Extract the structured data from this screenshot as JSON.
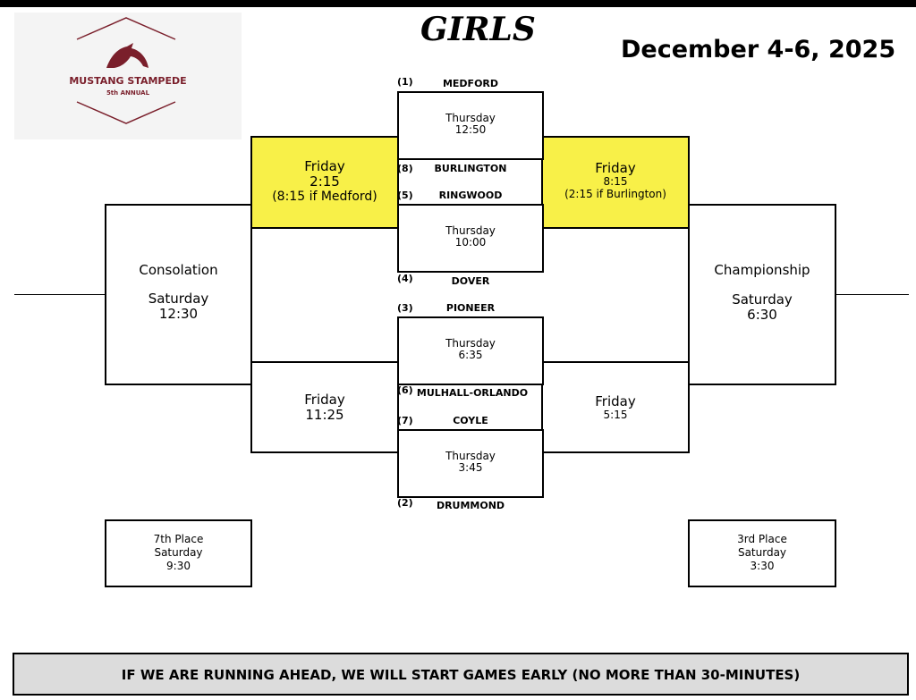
{
  "logo": {
    "name": "MUSTANG STAMPEDE",
    "edition": "5th ANNUAL"
  },
  "title": "GIRLS",
  "date": "December 4-6, 2025",
  "teams": [
    {
      "seed": "(1)",
      "name": "MEDFORD"
    },
    {
      "seed": "(8)",
      "name": "BURLINGTON"
    },
    {
      "seed": "(5)",
      "name": "RINGWOOD"
    },
    {
      "seed": "(4)",
      "name": "DOVER"
    },
    {
      "seed": "(3)",
      "name": "PIONEER"
    },
    {
      "seed": "(6)",
      "name": "MULHALL-ORLANDO"
    },
    {
      "seed": "(7)",
      "name": "COYLE"
    },
    {
      "seed": "(2)",
      "name": "DRUMMOND"
    }
  ],
  "games": {
    "q1": {
      "day": "Thursday",
      "time": "12:50"
    },
    "q2": {
      "day": "Thursday",
      "time": "10:00"
    },
    "q3": {
      "day": "Thursday",
      "time": "6:35"
    },
    "q4": {
      "day": "Thursday",
      "time": "3:45"
    },
    "cons_semi_top": {
      "day": "Friday",
      "time": "2:15",
      "note": "(8:15 if Medford)"
    },
    "semi_top": {
      "day": "Friday",
      "time": "8:15",
      "note": "(2:15 if Burlington)"
    },
    "cons_semi_bottom": {
      "day": "Friday",
      "time": "11:25"
    },
    "semi_bottom": {
      "day": "Friday",
      "time": "5:15"
    },
    "consolation": {
      "name": "Consolation",
      "day": "Saturday",
      "time": "12:30"
    },
    "championship": {
      "name": "Championship",
      "day": "Saturday",
      "time": "6:30"
    },
    "seventh": {
      "name": "7th Place",
      "day": "Saturday",
      "time": "9:30"
    },
    "third": {
      "name": "3rd Place",
      "day": "Saturday",
      "time": "3:30"
    }
  },
  "colors": {
    "highlight": "#f8f048",
    "logo_brand": "#7a1f2b",
    "banner_bg": "#dcdcdc"
  },
  "footer": "IF WE ARE RUNNING AHEAD, WE WILL START GAMES EARLY (NO MORE THAN 30-MINUTES)"
}
